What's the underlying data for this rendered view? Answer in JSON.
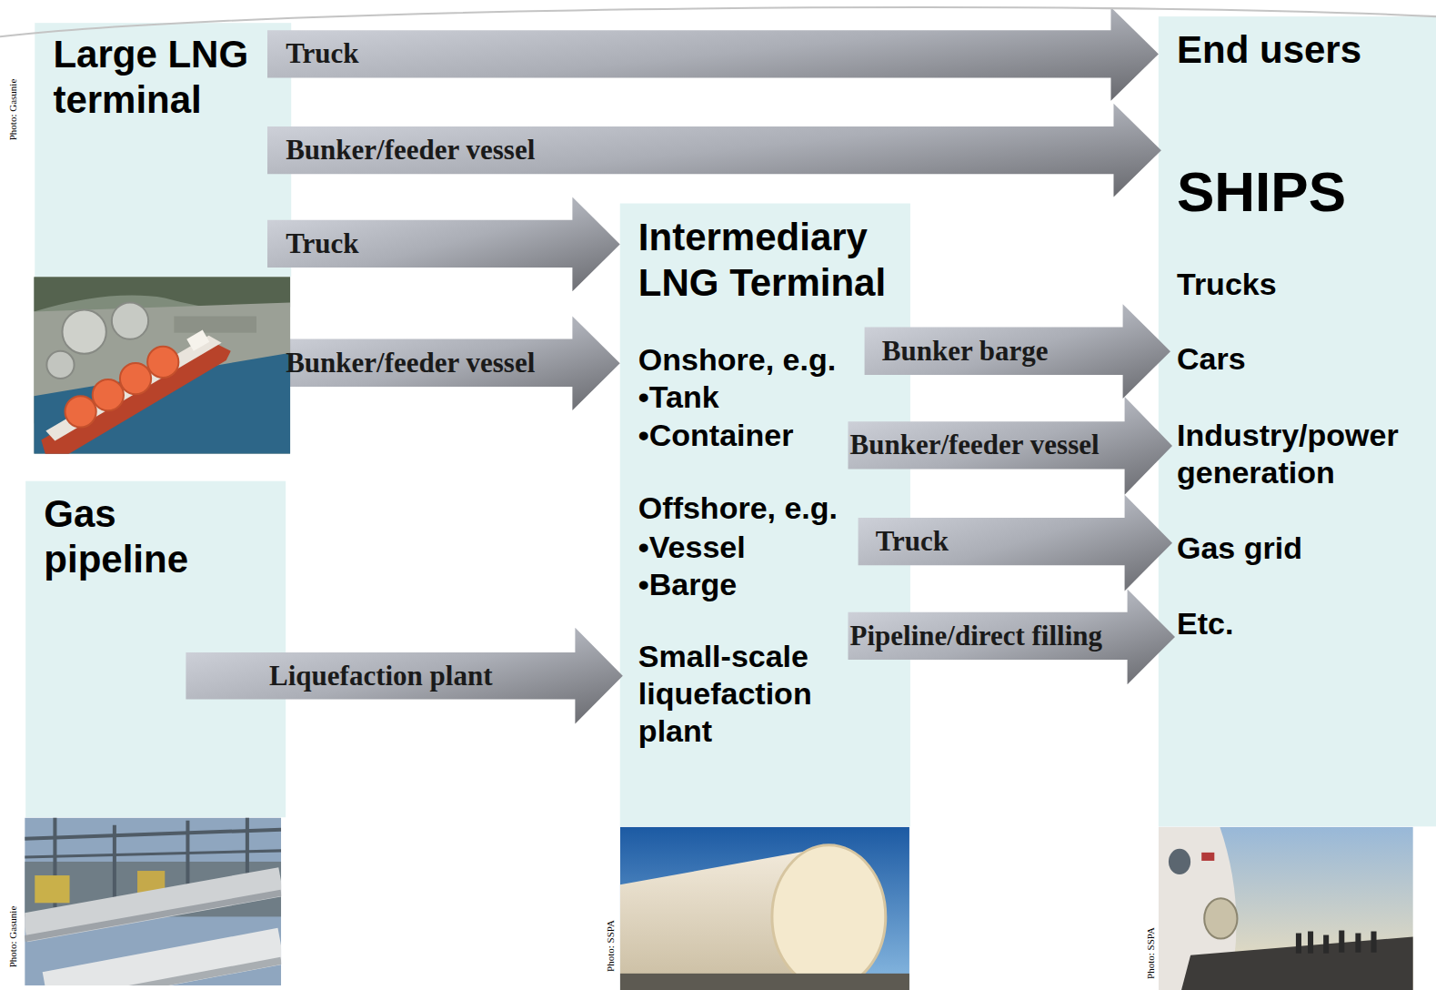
{
  "diagram": {
    "nodes": [
      {
        "text": [
          "Large LNG terminal"
        ]
      },
      {
        "text": [
          "End users",
          "SHIPS",
          "Trucks",
          "Cars",
          "Industry/power generation",
          "Gas grid",
          "Etc."
        ]
      },
      {
        "text": [
          "Intermediary LNG Terminal",
          "Onshore, e.g.",
          "•Tank",
          "•Container",
          "Offshore, e.g.",
          "•Vessel",
          "•Barge",
          "Small-scale liquefaction plant"
        ]
      },
      {
        "text": [
          "Gas pipeline"
        ]
      }
    ],
    "edges": [
      {
        "from": 0,
        "to": 1,
        "label": "Truck",
        "arrow": "to"
      },
      {
        "from": 0,
        "to": 1,
        "label": "Bunker/feeder vessel",
        "arrow": "to"
      },
      {
        "from": 0,
        "to": 2,
        "label": "Truck",
        "arrow": "to"
      },
      {
        "from": 0,
        "to": 2,
        "label": "Bunker/feeder vessel",
        "arrow": "to"
      },
      {
        "from": 3,
        "to": 2,
        "label": "Liquefaction plant",
        "arrow": "to"
      },
      {
        "from": 2,
        "to": 1,
        "label": "Bunker barge",
        "arrow": "to"
      },
      {
        "from": 2,
        "to": 1,
        "label": "Bunker/feeder vessel",
        "arrow": "to"
      },
      {
        "from": 2,
        "to": 1,
        "label": "Truck",
        "arrow": "to"
      },
      {
        "from": 2,
        "to": 1,
        "label": "Pipeline/direct filling",
        "arrow": "to"
      }
    ],
    "labels": [
      "Photo: Gasunie",
      "Photo: Gasunie",
      "Photo: SSPA",
      "Photo: SSPA"
    ]
  }
}
